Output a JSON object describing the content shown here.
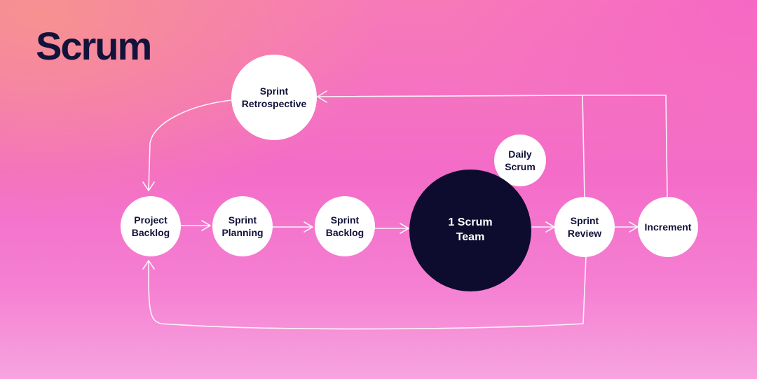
{
  "title": "Scrum",
  "colors": {
    "ink": "#12123a",
    "team_fill": "#0e0c2e",
    "node_fill": "#ffffff",
    "line": "#ffffff"
  },
  "nodes": {
    "sprint_retrospective": "Sprint\nRetrospective",
    "daily_scrum": "Daily\nScrum",
    "project_backlog": "Project\nBacklog",
    "sprint_planning": "Sprint\nPlanning",
    "sprint_backlog": "Sprint\nBacklog",
    "scrum_team": "1 Scrum\nTeam",
    "sprint_review": "Sprint\nReview",
    "increment": "Increment"
  }
}
